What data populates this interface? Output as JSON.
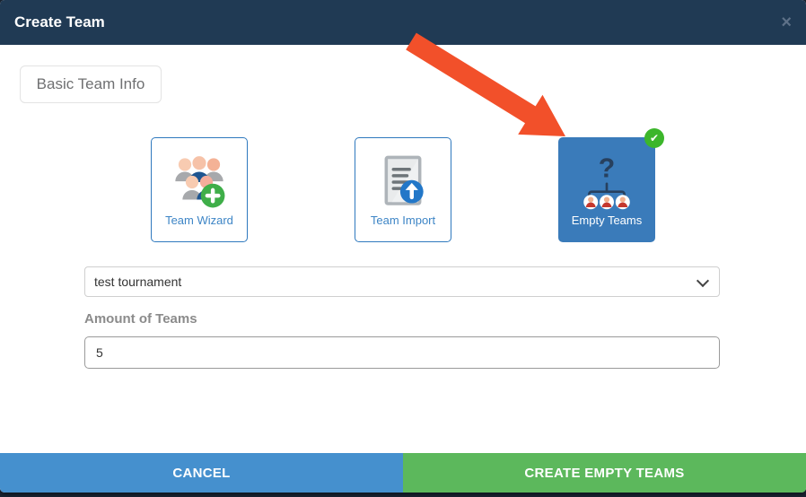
{
  "modal": {
    "title": "Create Team",
    "close_glyph": "×"
  },
  "tabs": {
    "basic_info_label": "Basic Team Info"
  },
  "options": [
    {
      "label": "Team Wizard",
      "icon": "team-wizard-icon",
      "selected": false
    },
    {
      "label": "Team Import",
      "icon": "team-import-icon",
      "selected": false
    },
    {
      "label": "Empty Teams",
      "icon": "empty-teams-icon",
      "selected": true,
      "badge_glyph": "✔"
    }
  ],
  "form": {
    "tournament_select": {
      "value": "test tournament"
    },
    "amount_label": "Amount of Teams",
    "amount_value": "5"
  },
  "footer": {
    "cancel_label": "CANCEL",
    "create_label": "CREATE EMPTY TEAMS"
  },
  "colors": {
    "header_bg": "#203a54",
    "selected_card_bg": "#3a7bba",
    "card_border": "#2f79be",
    "card_label": "#3d85c6",
    "cancel_btn": "#4590ce",
    "create_btn": "#5cb85c",
    "check_badge": "#3cb62b",
    "annotation_arrow": "#f2502a"
  }
}
